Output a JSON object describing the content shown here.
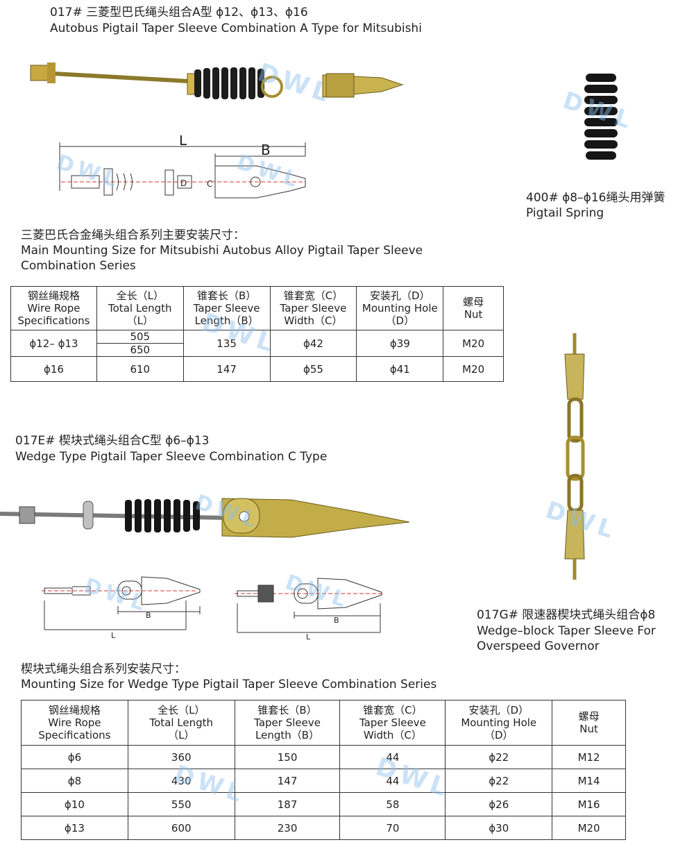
{
  "watermark": "DWL",
  "product_a": {
    "cn": "017# 三菱型巴氏绳头组合A型 ϕ12、ϕ13、ϕ16",
    "en": "Autobus Pigtail Taper Sleeve Combination A Type for Mitsubishi",
    "diagram_labels": {
      "L": "L",
      "B": "B",
      "C": "C",
      "D": "D"
    }
  },
  "spring": {
    "cn": "400# ϕ8–ϕ16绳头用弹簧",
    "en": "Pigtail Spring"
  },
  "table_a_caption": {
    "cn": "三菱巴氏合金绳头组合系列主要安装尺寸：",
    "en1": "Main Mounting Size for Mitsubishi Autobus Alloy Pigtail Taper Sleeve",
    "en2": "Combination Series"
  },
  "table_headers": {
    "spec": [
      "钢丝绳规格",
      "Wire Rope",
      "Specifications"
    ],
    "length": [
      "全长（L）",
      "Total Length",
      "（L）"
    ],
    "taper_len": [
      "锥套长（B）",
      "Taper Sleeve",
      "Length（B）"
    ],
    "taper_w": [
      "锥套宽（C）",
      "Taper Sleeve",
      "Width（C）"
    ],
    "hole": [
      "安装孔（D）",
      "Mounting Hole",
      "（D）"
    ],
    "nut": [
      "螺母",
      "Nut"
    ]
  },
  "table_a_rows": [
    {
      "spec": "ϕ12– ϕ13",
      "length1": "505",
      "length2": "650",
      "taper_len": "135",
      "taper_w": "ϕ42",
      "hole": "ϕ39",
      "nut": "M20"
    },
    {
      "spec": "ϕ16",
      "length1": "610",
      "taper_len": "147",
      "taper_w": "ϕ55",
      "hole": "ϕ41",
      "nut": "M20"
    }
  ],
  "product_c": {
    "cn": "017E# 楔块式绳头组合C型 ϕ6–ϕ13",
    "en": "Wedge Type Pigtail Taper Sleeve Combination C Type",
    "diagram_labels": {
      "L": "L",
      "B": "B"
    }
  },
  "product_g": {
    "cn": "017G# 限速器楔块式绳头组合ϕ8",
    "en1": "Wedge–block Taper Sleeve For",
    "en2": "Overspeed Governor"
  },
  "table_c_caption": {
    "cn": "楔块式绳头组合系列安装尺寸：",
    "en": "Mounting Size for Wedge Type Pigtail Taper Sleeve Combination Series"
  },
  "table_c_rows": [
    {
      "spec": "ϕ6",
      "length": "360",
      "taper_len": "150",
      "taper_w": "44",
      "hole": "ϕ22",
      "nut": "M12"
    },
    {
      "spec": "ϕ8",
      "length": "430",
      "taper_len": "147",
      "taper_w": "44",
      "hole": "ϕ22",
      "nut": "M14"
    },
    {
      "spec": "ϕ10",
      "length": "550",
      "taper_len": "187",
      "taper_w": "58",
      "hole": "ϕ26",
      "nut": "M16"
    },
    {
      "spec": "ϕ13",
      "length": "600",
      "taper_len": "230",
      "taper_w": "70",
      "hole": "ϕ30",
      "nut": "M20"
    }
  ]
}
